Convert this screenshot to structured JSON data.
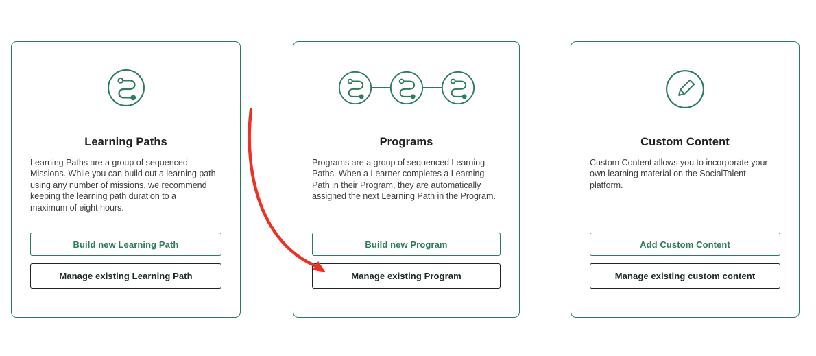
{
  "colors": {
    "accent_green": "#2b7c5b",
    "dark": "#1b2823",
    "title_text": "#212121",
    "body_text": "#3d3d3d",
    "arrow_red": "#ed3124",
    "background": "#ffffff"
  },
  "cards": [
    {
      "id": "learning-paths",
      "icon": "learning-path-icon",
      "title": "Learning Paths",
      "description": "Learning Paths are a group of sequenced\nMissions. While you can build out a learning path\nusing any number of missions, we recommend\nkeeping the learning path duration to a\nmaximum of eight hours.",
      "primary_button": "Build new Learning Path",
      "secondary_button": "Manage existing Learning Path"
    },
    {
      "id": "programs",
      "icon": "program-icon",
      "title": "Programs",
      "description": "Programs are a group of sequenced Learning\nPaths. When a Learner completes a Learning\nPath in their Program, they are automatically\nassigned the next Learning Path in the Program.",
      "primary_button": "Build new Program",
      "secondary_button": "Manage existing Program"
    },
    {
      "id": "custom-content",
      "icon": "pencil-icon",
      "title": "Custom Content",
      "description": "Custom Content allows you to incorporate your\nown learning material on the SocialTalent\nplatform.",
      "primary_button": "Add Custom Content",
      "secondary_button": "Manage existing custom content"
    }
  ],
  "annotation": {
    "type": "red-curved-arrow",
    "points_to": "Manage existing Program"
  }
}
